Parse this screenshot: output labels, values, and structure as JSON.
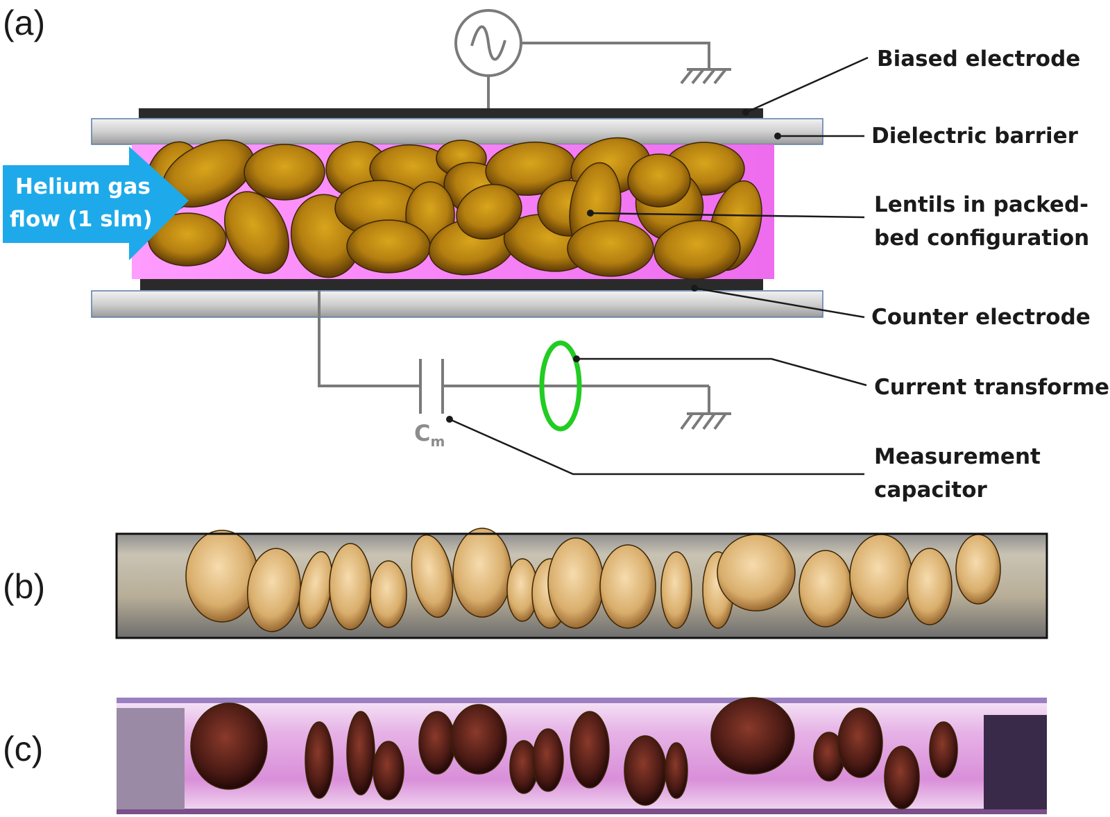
{
  "panels": {
    "a": "(a)",
    "b": "(b)",
    "c": "(c)"
  },
  "flow": {
    "line1": "Helium gas",
    "line2": "flow (1 slm)"
  },
  "labels": {
    "biased_electrode": "Biased electrode",
    "dielectric_barrier": "Dielectric barrier",
    "lentils_line1": "Lentils in packed-",
    "lentils_line2": "bed configuration",
    "counter_electrode": "Counter electrode",
    "current_transformer": "Current transformer",
    "measurement_line1": "Measurement",
    "measurement_line2": "capacitor"
  },
  "capacitor": {
    "symbol": "C",
    "subscript": "m"
  },
  "colors": {
    "plasma": "#f07ef0",
    "lentil": "#b47f10",
    "flow_arrow": "#1eaaea",
    "current_transformer": "#22cc22",
    "electrode": "#2a2a2a",
    "wire": "#7a7a7a"
  },
  "icons": {
    "source": "ac-source-icon",
    "ground": "ground-icon"
  }
}
